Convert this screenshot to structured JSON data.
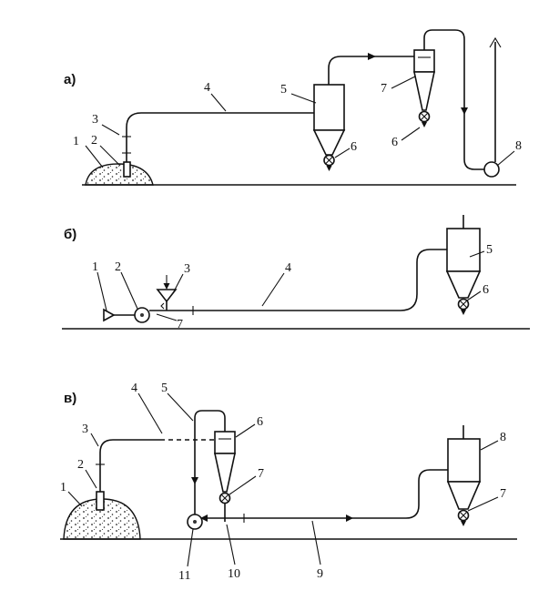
{
  "sections": {
    "a": {
      "title": "а)",
      "labels": [
        "1",
        "2",
        "3",
        "4",
        "5",
        "6",
        "7",
        "6",
        "8"
      ]
    },
    "b": {
      "title": "б)",
      "labels": [
        "1",
        "2",
        "3",
        "4",
        "5",
        "6",
        "7"
      ]
    },
    "c": {
      "title": "в)",
      "labels": [
        "1",
        "2",
        "3",
        "4",
        "5",
        "6",
        "7",
        "8",
        "7",
        "9",
        "10",
        "11"
      ]
    }
  }
}
